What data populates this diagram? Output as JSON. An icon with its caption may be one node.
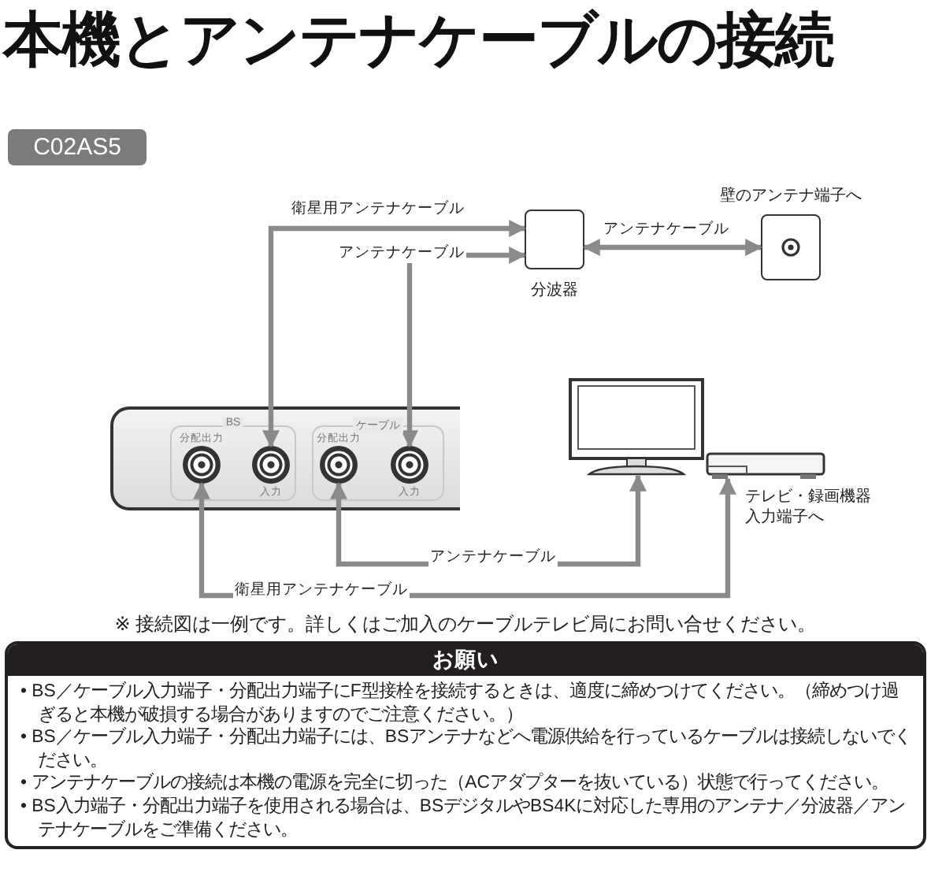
{
  "diagram": {
    "title": "本機とアンテナケーブルの接続",
    "nodes": [
      {
        "text": [
          "分波器"
        ]
      },
      {
        "text": [
          "壁のアンテナ端子へ"
        ]
      },
      {
        "text": [],
        "shape": "picture"
      },
      {
        "text": [
          "BS"
        ],
        "in": 2
      },
      {
        "text": [
          "分配出力"
        ],
        "in": 3
      },
      {
        "text": [
          "入力"
        ],
        "in": 3
      },
      {
        "text": [
          "ケーブル"
        ],
        "in": 2
      },
      {
        "text": [
          "分配出力"
        ],
        "in": 6
      },
      {
        "text": [
          "入力"
        ],
        "in": 6
      },
      {
        "text": [],
        "shape": "picture"
      },
      {
        "text": [],
        "shape": "picture",
        "beside": [
          "テレビ・録画機器入力端子へ"
        ]
      }
    ],
    "edges": [
      {
        "from": 0,
        "to": 5,
        "arrow": "both",
        "label": "衛星用アンテナケーブル"
      },
      {
        "from": 0,
        "to": 8,
        "arrow": "both",
        "label": "アンテナケーブル"
      },
      {
        "from": 1,
        "to": 0,
        "arrow": "both",
        "label": "アンテナケーブル"
      },
      {
        "from": 4,
        "to": 10,
        "arrow": "both",
        "label": "衛星用アンテナケーブル"
      },
      {
        "from": 7,
        "to": 9,
        "arrow": "both",
        "label": "アンテナケーブル"
      }
    ],
    "labels": [
      "C02AS5",
      "※ 接続図は一例です。詳しくはご加入のケーブルテレビ局にお問い合せください。",
      "お願い",
      "• BS／ケーブル入力端子・分配出力端子にF型接栓を接続するときは、適度に締めつけてください。（締めつけ過ぎると本機が破損する場合がありますのでご注意ください。）",
      "• BS／ケーブル入力端子・分配出力端子には、BSアンテナなどへ電源供給を行っているケーブルは接続しないでください。",
      "• アンテナケーブルの接続は本機の電源を完全に切った（ACアダプターを抜いている）状態で行ってください。",
      "• BS入力端子・分配出力端子を使用される場合は、BSデジタルやBS4Kに対応した専用のアンテナ／分波器／アンテナケーブルをご準備ください。"
    ]
  }
}
